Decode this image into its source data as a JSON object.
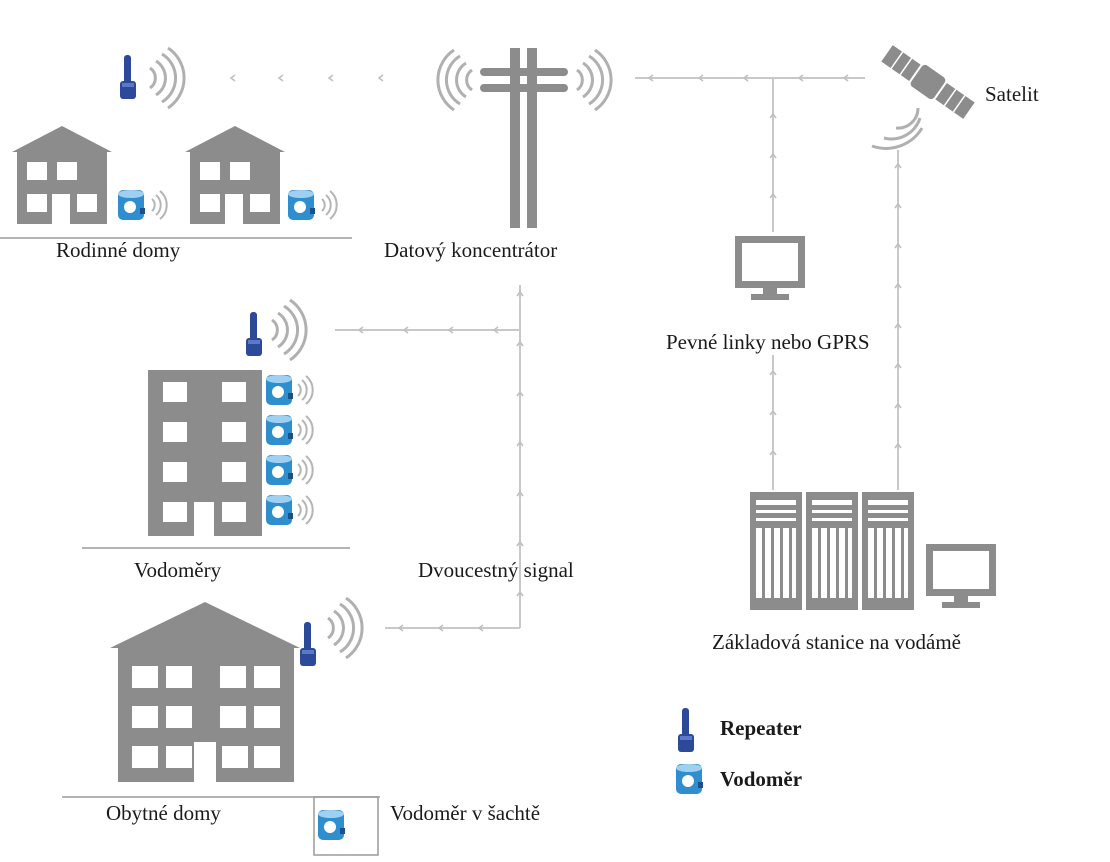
{
  "labels": {
    "rodinne_domy": "Rodinné domy",
    "datovy_koncentrator": "Datový koncentrátor",
    "satelit": "Satelit",
    "pevne_linky": "Pevné linky nebo GPRS",
    "vodomery": "Vodoměry",
    "dvoucestny_signal": "Dvoucestný signal",
    "zakladova_stanice": "Základová stanice na vodámě",
    "obytne_domy": "Obytné domy",
    "vodomer_v_sachte": "Vodoměr v  šachtě"
  },
  "legend": {
    "repeater": "Repeater",
    "vodomer": "Vodoměr"
  },
  "colors": {
    "building": "#8c8c8d",
    "window": "#ffffff",
    "line": "#c8c8c8",
    "repeater": "#2d4a9a",
    "meter": "#2f8fce",
    "signal": "#b5b5b5"
  },
  "icons": [
    "house-icon",
    "apartment-building-icon",
    "repeater-icon",
    "water-meter-icon",
    "antenna-tower-icon",
    "satellite-icon",
    "monitor-icon",
    "server-rack-icon",
    "signal-waves-icon"
  ]
}
